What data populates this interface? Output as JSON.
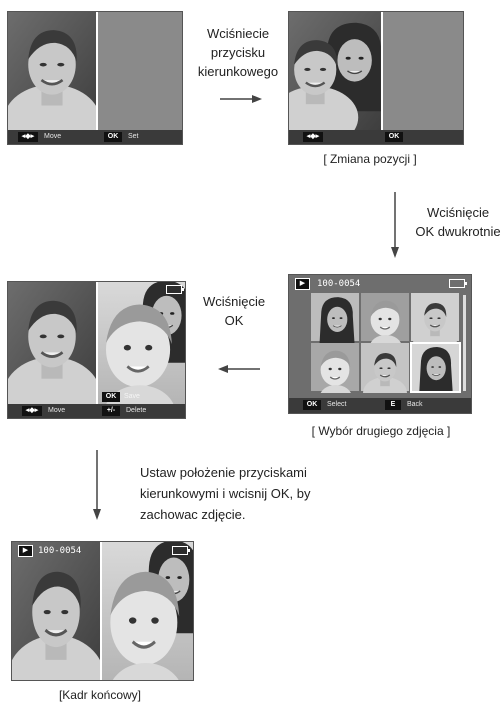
{
  "step1": {
    "left_screen": {
      "move_label": "Move",
      "ok_key": "OK",
      "set_label": "Set",
      "arrows_icon": "four-way-arrows-icon"
    },
    "instruction": [
      "Wciśniecie",
      "przycisku",
      "kierunkowego"
    ],
    "right_screen": {
      "ok_key": "OK",
      "arrows_icon": "four-way-arrows-icon"
    },
    "caption": "[ Zmiana pozycji ]"
  },
  "step2": {
    "instruction": [
      "Wciśnięcie",
      "OK dwukrotnie"
    ]
  },
  "step3": {
    "thumb_screen": {
      "folder": "100-0054",
      "ok_key": "OK",
      "select_label": "Select",
      "e_key": "E",
      "back_label": "Back"
    },
    "caption": "[ Wybór drugiego zdjęcia ]",
    "instruction": [
      "Wciśnięcie",
      "OK"
    ],
    "left_screen": {
      "ok_key": "OK",
      "save_label": "Save",
      "move_label": "Move",
      "delete_key": "+/-",
      "delete_label": "Delete"
    }
  },
  "step4": {
    "instruction": [
      "Ustaw położenie przyciskami",
      "kierunkowymi i wcisnij OK, by",
      "zachowac zdjęcie."
    ],
    "final_screen": {
      "folder": "100-0054"
    },
    "caption": "[Kadr końcowy]"
  },
  "colors": {
    "screen": "#8a8a8a",
    "bar": "#3a3a3a",
    "arrow": "#444444"
  }
}
